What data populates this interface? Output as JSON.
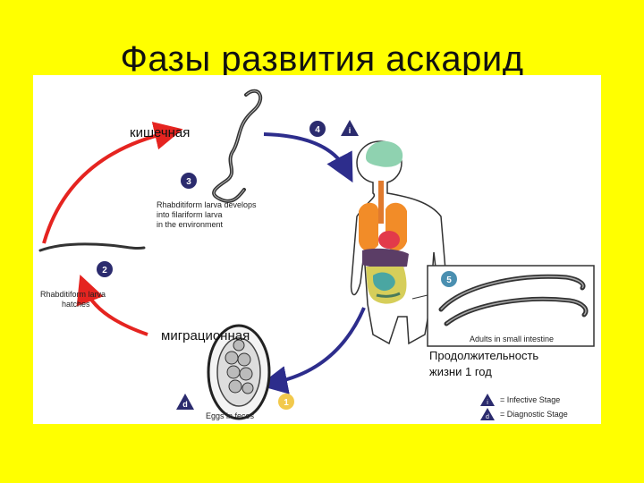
{
  "title": "Фазы развития аскарид",
  "labels_ru": {
    "intestinal": "кишечная",
    "migration": "миграционная",
    "lifespan_line1": "Продолжительность",
    "lifespan_line2": "жизни 1 год"
  },
  "stages": {
    "s1": "1",
    "s2": "2",
    "s3": "3",
    "s4": "4",
    "s5": "5",
    "d": "d",
    "i": "i"
  },
  "captions": {
    "stage3_l1": "Rhabditiform larva develops",
    "stage3_l2": "into filariform larva",
    "stage3_l3": "in the environment",
    "stage2_l1": "Rhabditiform larva",
    "stage2_l2": "hatches",
    "eggs": "Eggs in feces",
    "adults": "Adults in small intestine"
  },
  "legend": {
    "infective": "= Infective Stage",
    "diagnostic": "= Diagnostic Stage"
  },
  "colors": {
    "background": "#ffff00",
    "arrow_red": "#e52420",
    "arrow_blue": "#2d2d8c",
    "stage_badge": "#2b2b6e",
    "badge_teal": "#4a8fb0",
    "badge_yellow": "#f2c94c"
  }
}
